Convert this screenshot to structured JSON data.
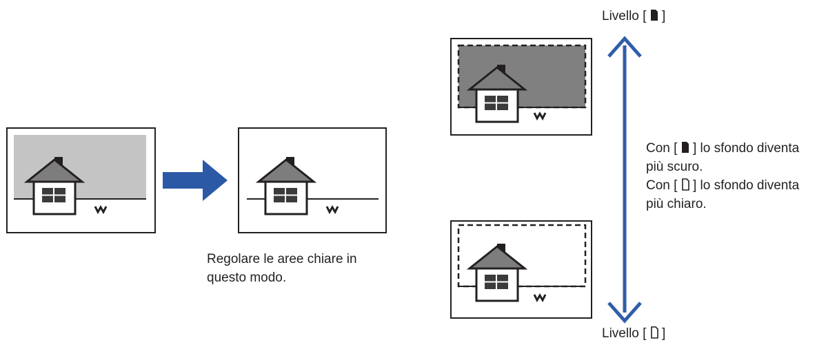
{
  "caption": {
    "line1": "Regolare le aree chiare in",
    "line2": "questo modo."
  },
  "levels": {
    "top_prefix": "Livello [",
    "top_suffix": "]",
    "top_icon": "dark-page-icon",
    "bottom_prefix": "Livello [",
    "bottom_suffix": "]",
    "bottom_icon": "light-page-icon"
  },
  "explanation": {
    "line1_prefix": "Con [",
    "line1_suffix": "] lo sfondo diventa",
    "line2": "più scuro.",
    "line3_prefix": "Con [",
    "line3_suffix": "] lo sfondo diventa",
    "line4": "più chiaro."
  },
  "colors": {
    "line": "#231f20",
    "arrow_right": "#2c59a5",
    "arrow_vertical": "#2f5ea9",
    "light_background": "#c4c4c4",
    "dark_background": "#808080",
    "roof": "#7d7d7d",
    "window": "#3b3b3b"
  }
}
